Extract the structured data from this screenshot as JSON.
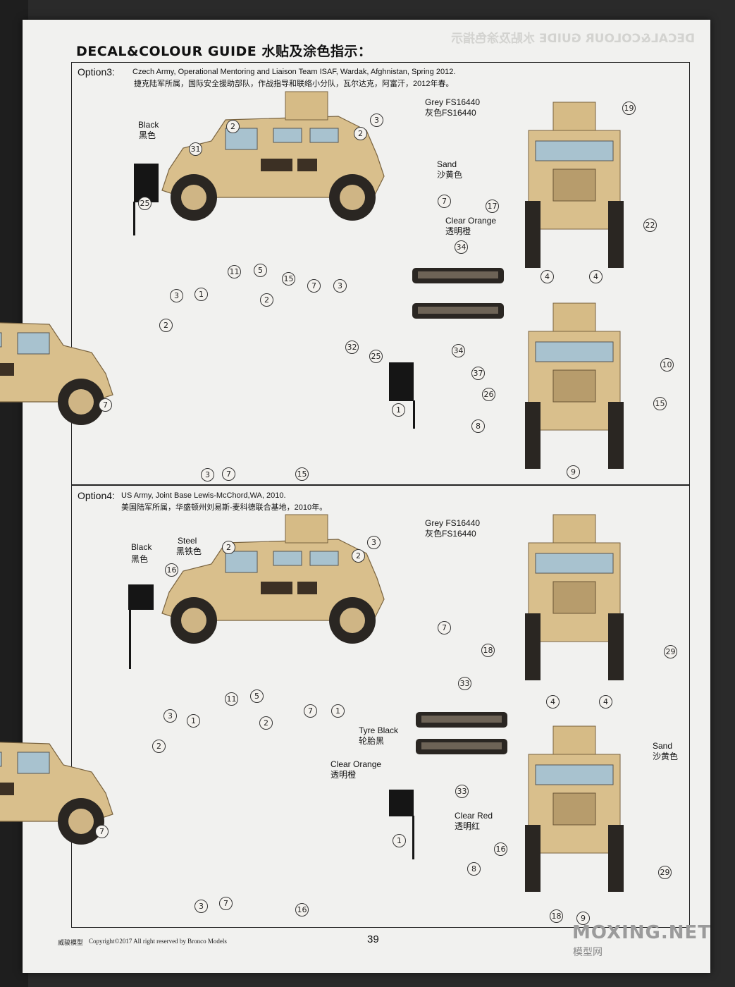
{
  "title": "DECAL&COLOUR GUIDE 水贴及涂色指示：",
  "ghost_title": "DECAL&COLOUR GUIDE 水贴及涂色指示",
  "option3": {
    "heading": "Option3:",
    "desc_en": "Czech Army, Operational Mentoring and Liaison Team ISAF, Wardak, Afghnistan, Spring 2012.",
    "desc_cn": "捷克陆军所属，国际安全援助部队，作战指导和联络小分队，瓦尔达克，阿富汗，2012年春。",
    "black_en": "Black",
    "black_cn": "黑色",
    "grey_en": "Grey FS16440",
    "grey_cn": "灰色FS16440",
    "sand_en": "Sand",
    "sand_cn": "沙黄色",
    "orange_en": "Clear Orange",
    "orange_cn": "透明橙",
    "nums": [
      "2",
      "3",
      "2",
      "31",
      "25",
      "7",
      "11",
      "5",
      "15",
      "1",
      "7",
      "3",
      "19",
      "17",
      "22",
      "4",
      "4",
      "34",
      "34",
      "3",
      "2",
      "3",
      "2",
      "32",
      "25",
      "7",
      "1",
      "3",
      "7",
      "15",
      "37",
      "26",
      "10",
      "15",
      "8",
      "9"
    ]
  },
  "option4": {
    "heading": "Option4:",
    "desc_en": "US Army, Joint Base Lewis-McChord,WA, 2010.",
    "desc_cn": "美国陆军所属，华盛顿州刘易斯-麦科德联合基地，2010年。",
    "black_en": "Black",
    "black_cn": "黑色",
    "steel_en": "Steel",
    "steel_cn": "黑铁色",
    "grey_en": "Grey FS16440",
    "grey_cn": "灰色FS16440",
    "tyre_en": "Tyre Black",
    "tyre_cn": "轮胎黑",
    "orange_en": "Clear Orange",
    "orange_cn": "透明橙",
    "sand_en": "Sand",
    "sand_cn": "沙黄色",
    "red_en": "Clear Red",
    "red_cn": "透明红",
    "nums": [
      "2",
      "3",
      "2",
      "16",
      "7",
      "11",
      "5",
      "7",
      "1",
      "18",
      "29",
      "4",
      "4",
      "33",
      "33",
      "3",
      "1",
      "2",
      "2",
      "7",
      "1",
      "3",
      "7",
      "16",
      "16",
      "8",
      "29",
      "18",
      "9"
    ]
  },
  "footer": {
    "brand": "威骏模型",
    "copyright": "Copyright©2017 All right reserved by Bronco Models",
    "page": "39"
  },
  "watermark": {
    "main": "MOXING.NET",
    "sub": "模型网"
  }
}
